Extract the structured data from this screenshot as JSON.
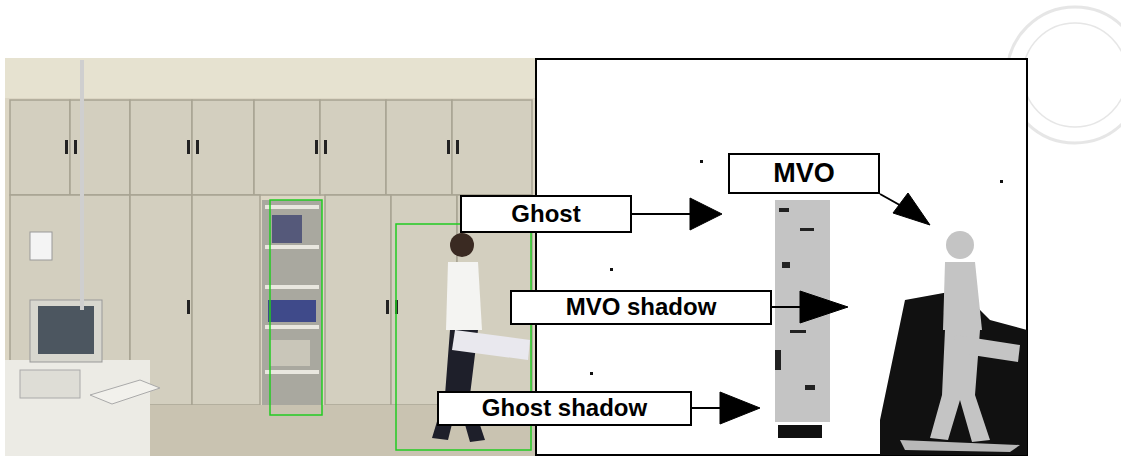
{
  "diagram": {
    "nodes": [
      {
        "text": [
          "MVO"
        ]
      },
      {
        "text": [
          "Ghost"
        ]
      },
      {
        "text": [
          "MVO shadow"
        ]
      },
      {
        "text": [
          "Ghost shadow"
        ]
      }
    ]
  }
}
